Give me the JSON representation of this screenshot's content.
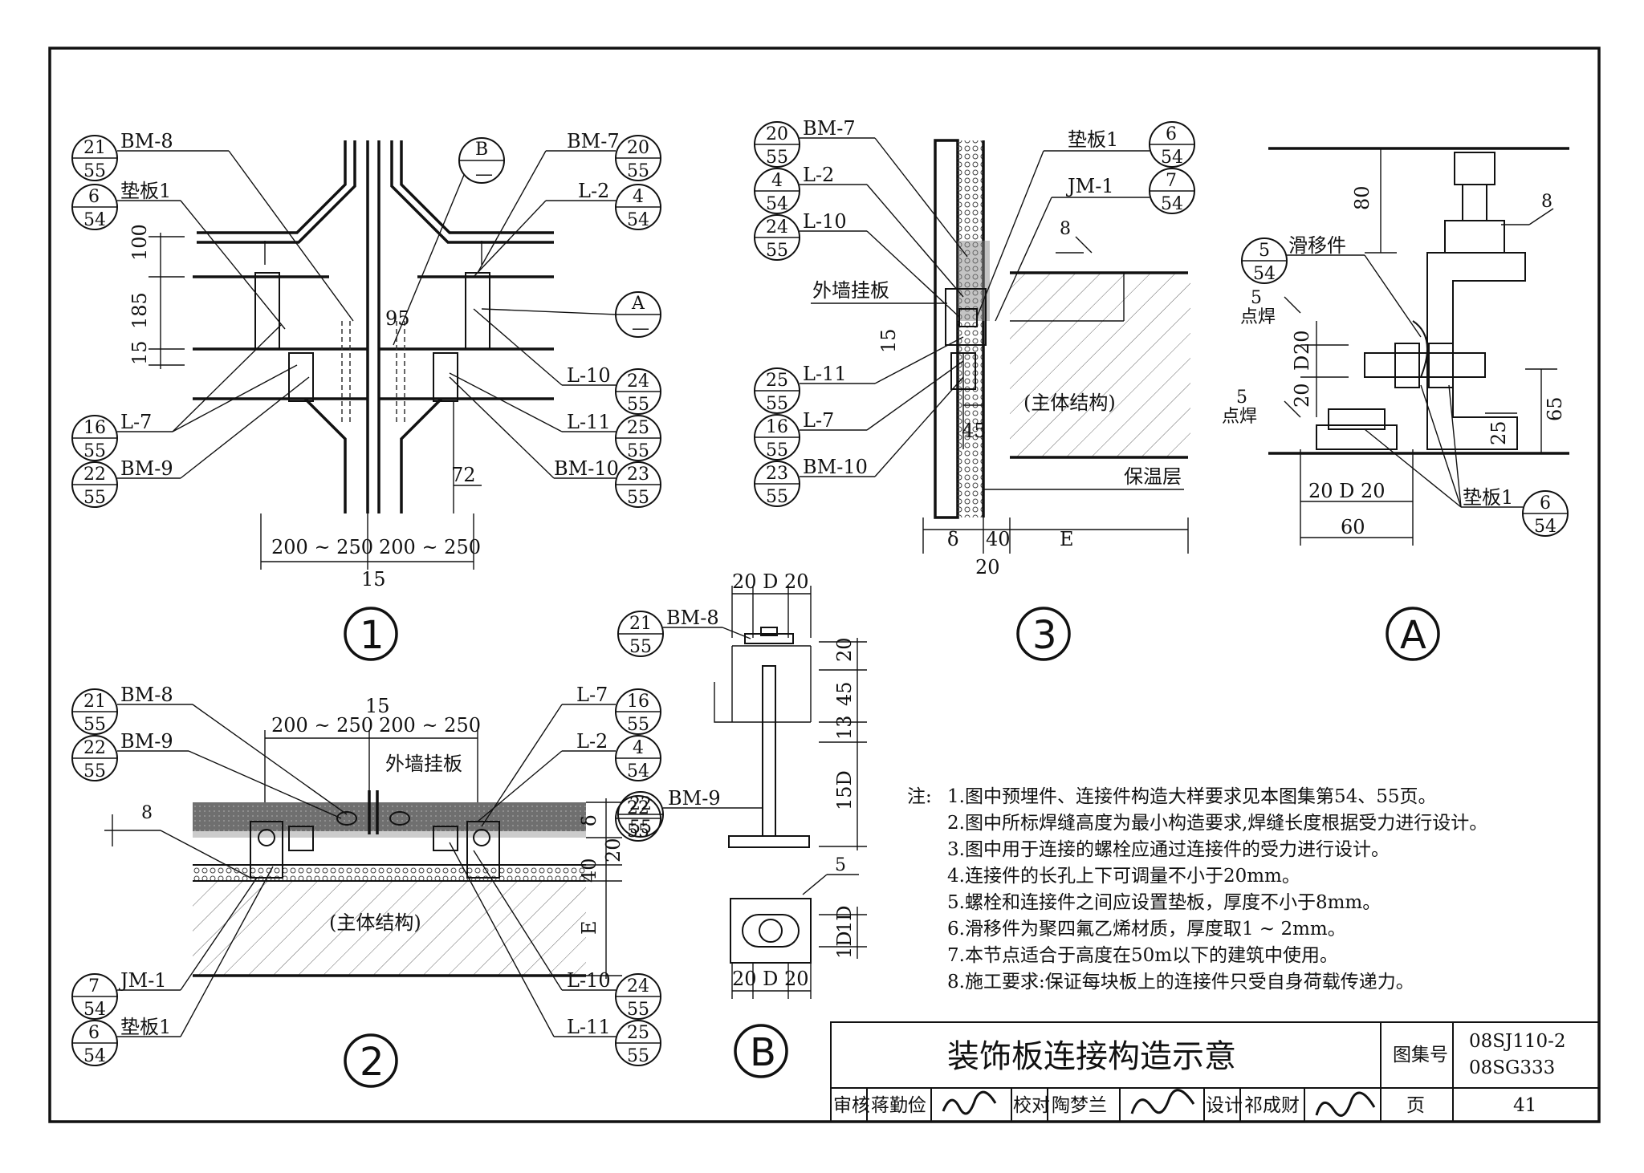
{
  "sheet": {
    "title": "装饰板连接构造示意",
    "atlas_label": "图集号",
    "atlas_no_1": "08SJ110-2",
    "atlas_no_2": "08SG333",
    "page_label": "页",
    "page_no": "41",
    "review_label": "审核",
    "reviewer": "蒋勤俭",
    "check_label": "校对",
    "checker": "陶梦兰",
    "design_label": "设计",
    "designer": "祁成财"
  },
  "views": {
    "v1": "①",
    "v2": "②",
    "v3": "③",
    "vA": "Ⓐ",
    "vB": "Ⓑ"
  },
  "refs": {
    "r21_55": [
      "21",
      "55"
    ],
    "r20_55": [
      "20",
      "55"
    ],
    "r6_54": [
      "6",
      "54"
    ],
    "r4_54": [
      "4",
      "54"
    ],
    "r24_55": [
      "24",
      "55"
    ],
    "r25_55": [
      "25",
      "55"
    ],
    "r16_55": [
      "16",
      "55"
    ],
    "r22_55": [
      "22",
      "55"
    ],
    "r23_55": [
      "23",
      "55"
    ],
    "r7_54": [
      "7",
      "54"
    ],
    "rB": [
      "B",
      "—"
    ],
    "rA": [
      "A",
      "—"
    ]
  },
  "parts": {
    "bm8": "BM-8",
    "bm7": "BM-7",
    "bm9": "BM-9",
    "bm10": "BM-10",
    "pad1": "垫板1",
    "l2": "L-2",
    "l7": "L-7",
    "l10": "L-10",
    "l11": "L-11",
    "jm1": "JM-1",
    "slide": "滑移件",
    "spot_weld": "点焊",
    "panel": "外墙挂板",
    "structure": "(主体结构)",
    "insulation": "保温层"
  },
  "dims": {
    "d100": "100",
    "d185": "185",
    "d15": "15",
    "d95": "95",
    "d72": "72",
    "d200_250": "200 ~ 250",
    "d8": "8",
    "d45": "45",
    "d40": "40",
    "d20": "20",
    "delta": "δ",
    "E": "E",
    "d80": "80",
    "d65": "65",
    "d25": "25",
    "d60": "60",
    "d5": "5",
    "D": "D",
    "d20D20": "20 D 20",
    "d15D": "15D",
    "d1D": "1D",
    "d13": "13"
  },
  "notes": {
    "head": "注:",
    "items": [
      "1.图中预埋件、连接件构造大样要求见本图集第54、55页。",
      "2.图中所标焊缝高度为最小构造要求,焊缝长度根据受力进行设计。",
      "3.图中用于连接的螺栓应通过连接件的受力进行设计。",
      "4.连接件的长孔上下可调量不小于20mm。",
      "5.螺栓和连接件之间应设置垫板，厚度不小于8mm。",
      "6.滑移件为聚四氟乙烯材质，厚度取1 ~ 2mm。",
      "7.本节点适合于高度在50m以下的建筑中使用。",
      "8.施工要求:保证每块板上的连接件只受自身荷载传递力。"
    ]
  }
}
